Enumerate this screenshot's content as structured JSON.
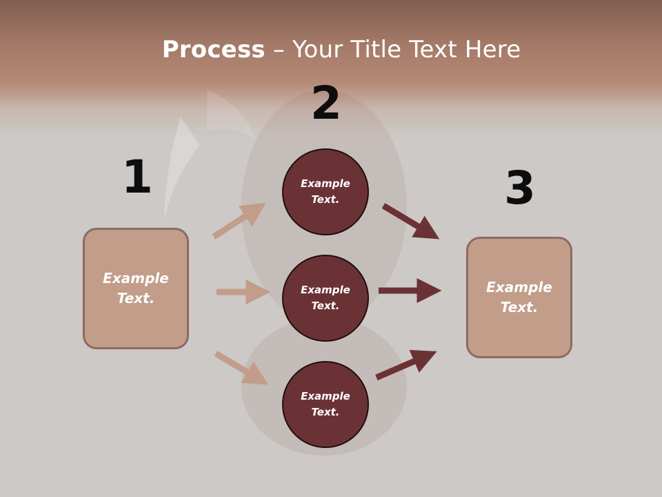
{
  "title": {
    "bold": "Process",
    "rest": " – Your Title Text Here"
  },
  "steps": {
    "one": "1",
    "two": "2",
    "three": "3"
  },
  "left_box": {
    "text": "Example Text."
  },
  "circles": [
    {
      "text": "Example Text."
    },
    {
      "text": "Example Text."
    },
    {
      "text": "Example Text."
    }
  ],
  "right_box": {
    "text": "Example Text."
  },
  "colors": {
    "header": "#a27866",
    "box_fill": "#c29d89",
    "circle_fill": "#6b3235",
    "arrow_light": "#c29d89",
    "arrow_dark": "#6b3235"
  }
}
